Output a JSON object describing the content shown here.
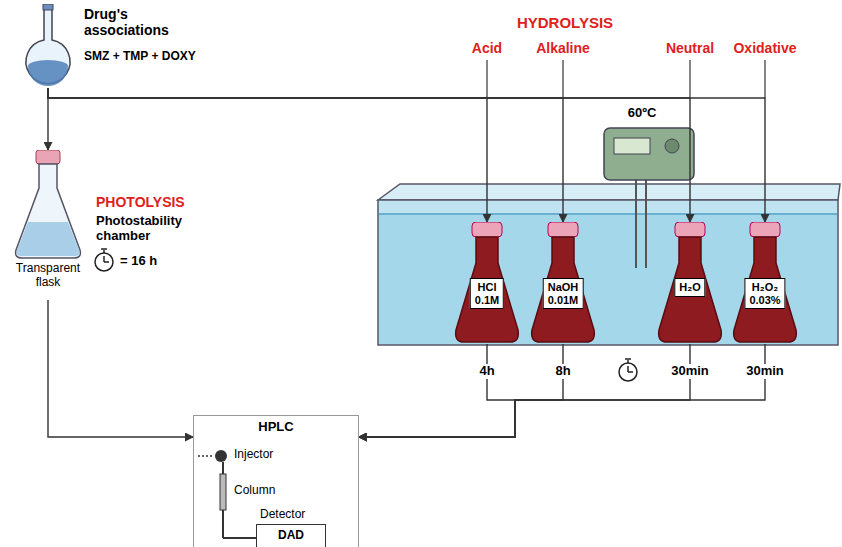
{
  "diagram": {
    "nodes": [
      {
        "text": [
          "Drug's associations",
          "SMZ + TMP + DOXY"
        ]
      },
      {
        "text": [
          "Transparent flask"
        ]
      },
      {
        "text": [
          "HCl 0.1M"
        ]
      },
      {
        "text": [
          "NaOH 0.01M"
        ]
      },
      {
        "text": [
          "H₂O"
        ]
      },
      {
        "text": [
          "H₂O₂ 0.03%"
        ]
      },
      {
        "text": [
          "HPLC",
          "Injector",
          "Column",
          "Detector"
        ]
      },
      {
        "text": [
          "DAD"
        ],
        "in": 6
      }
    ],
    "edges": [
      {
        "from": 0,
        "to": 1,
        "arrow": "to"
      },
      {
        "from": 0,
        "to": 2,
        "arrow": "to"
      },
      {
        "from": 0,
        "to": 3,
        "arrow": "to"
      },
      {
        "from": 0,
        "to": 4,
        "arrow": "to"
      },
      {
        "from": 0,
        "to": 5,
        "arrow": "to"
      },
      {
        "from": 2,
        "to": 6,
        "arrow": "to"
      },
      {
        "from": 3,
        "to": 6,
        "arrow": "to"
      },
      {
        "from": 4,
        "to": 6,
        "arrow": "to"
      },
      {
        "from": 5,
        "to": 6,
        "arrow": "to"
      },
      {
        "from": 1,
        "to": 6,
        "arrow": "to"
      }
    ],
    "labels": [
      "HYDROLYSIS",
      "Acid",
      "Alkaline",
      "Neutral",
      "Oxidative",
      "60ºC",
      "4h",
      "8h",
      "30min",
      "30min",
      "PHOTOLYSIS",
      "Photostability chamber",
      "= 16 h"
    ]
  }
}
